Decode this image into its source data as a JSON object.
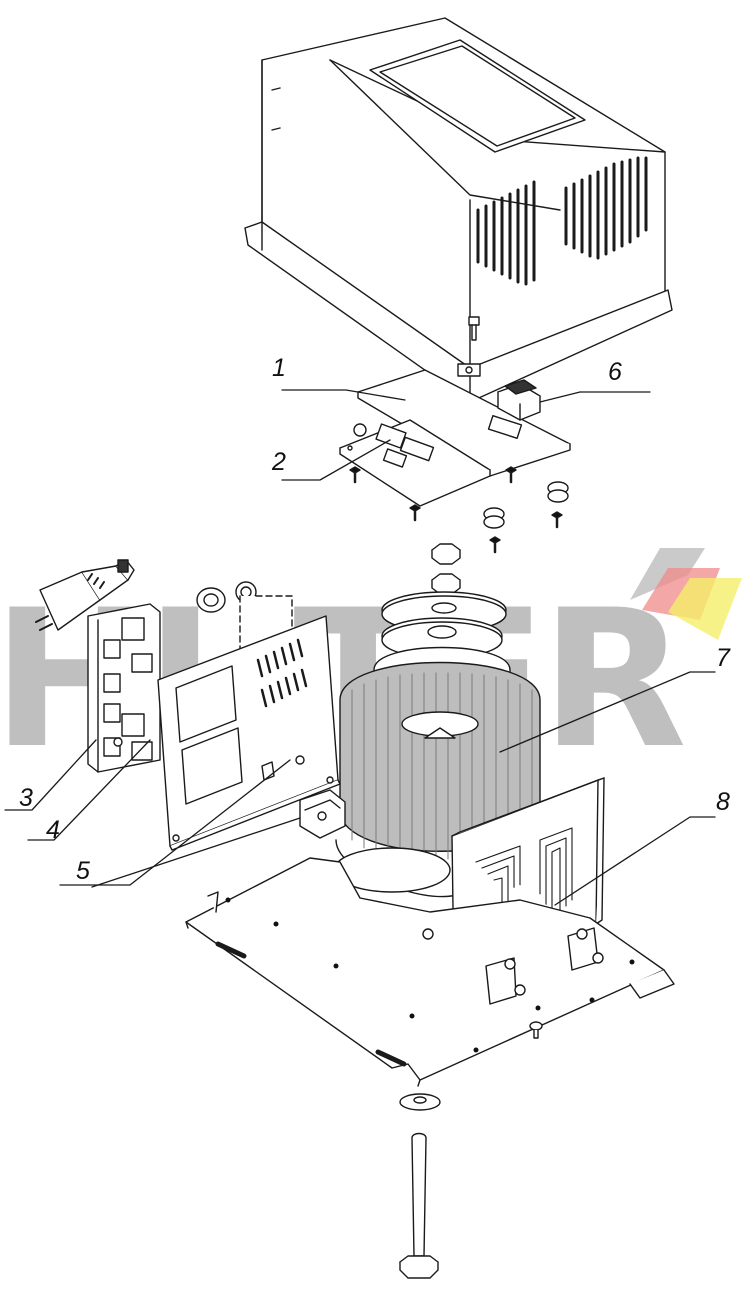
{
  "watermark": {
    "brand": "HUTER"
  },
  "callouts": [
    {
      "num": "1"
    },
    {
      "num": "2"
    },
    {
      "num": "3"
    },
    {
      "num": "4"
    },
    {
      "num": "5"
    },
    {
      "num": "6"
    },
    {
      "num": "7"
    },
    {
      "num": "8"
    }
  ],
  "colors": {
    "line": "#1a1a1a",
    "watermark": "#8a8a8a",
    "logo_red": "#f08a8a",
    "logo_yellow": "#f5ef6a"
  }
}
